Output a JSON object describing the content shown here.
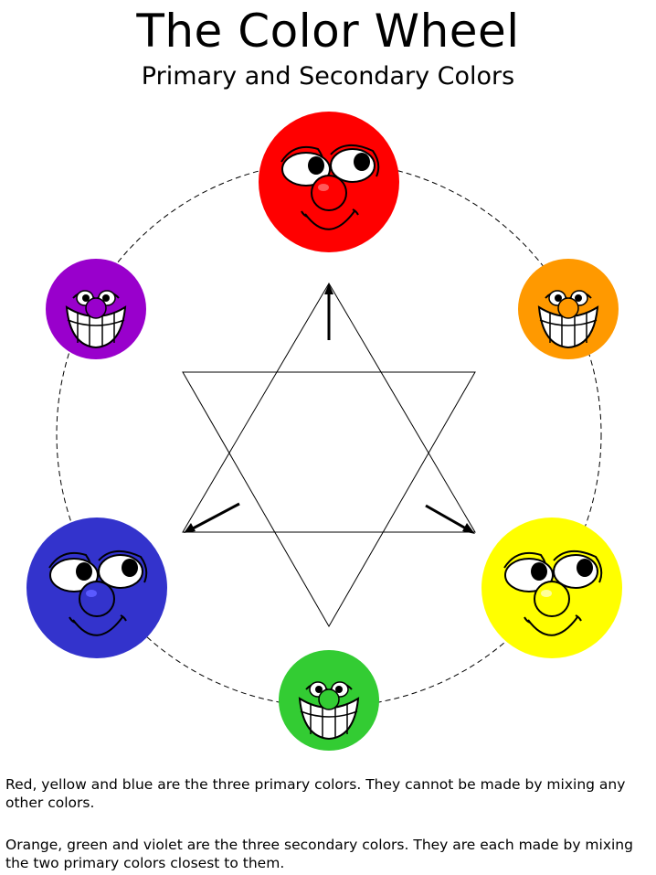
{
  "title": "The Color Wheel",
  "subtitle": "Primary and Secondary Colors",
  "faces": [
    {
      "name": "red",
      "kind": "primary",
      "color": "#ff0000",
      "highlight": "#ff5a5a"
    },
    {
      "name": "orange",
      "kind": "secondary",
      "color": "#ff9900",
      "highlight": "#ffc266"
    },
    {
      "name": "yellow",
      "kind": "primary",
      "color": "#ffff00",
      "highlight": "#ffff99"
    },
    {
      "name": "green",
      "kind": "secondary",
      "color": "#33cc33",
      "highlight": "#66ff66"
    },
    {
      "name": "blue",
      "kind": "primary",
      "color": "#3333cc",
      "highlight": "#5a5aff"
    },
    {
      "name": "violet",
      "kind": "secondary",
      "color": "#9900cc",
      "highlight": "#cc33ff"
    }
  ],
  "paragraphs": [
    "Red, yellow and blue are the three primary colors.  They cannot be made by mixing any other colors.",
    "Orange, green and violet are the three secondary colors.  They are each made by mixing the two primary colors closest to them."
  ]
}
